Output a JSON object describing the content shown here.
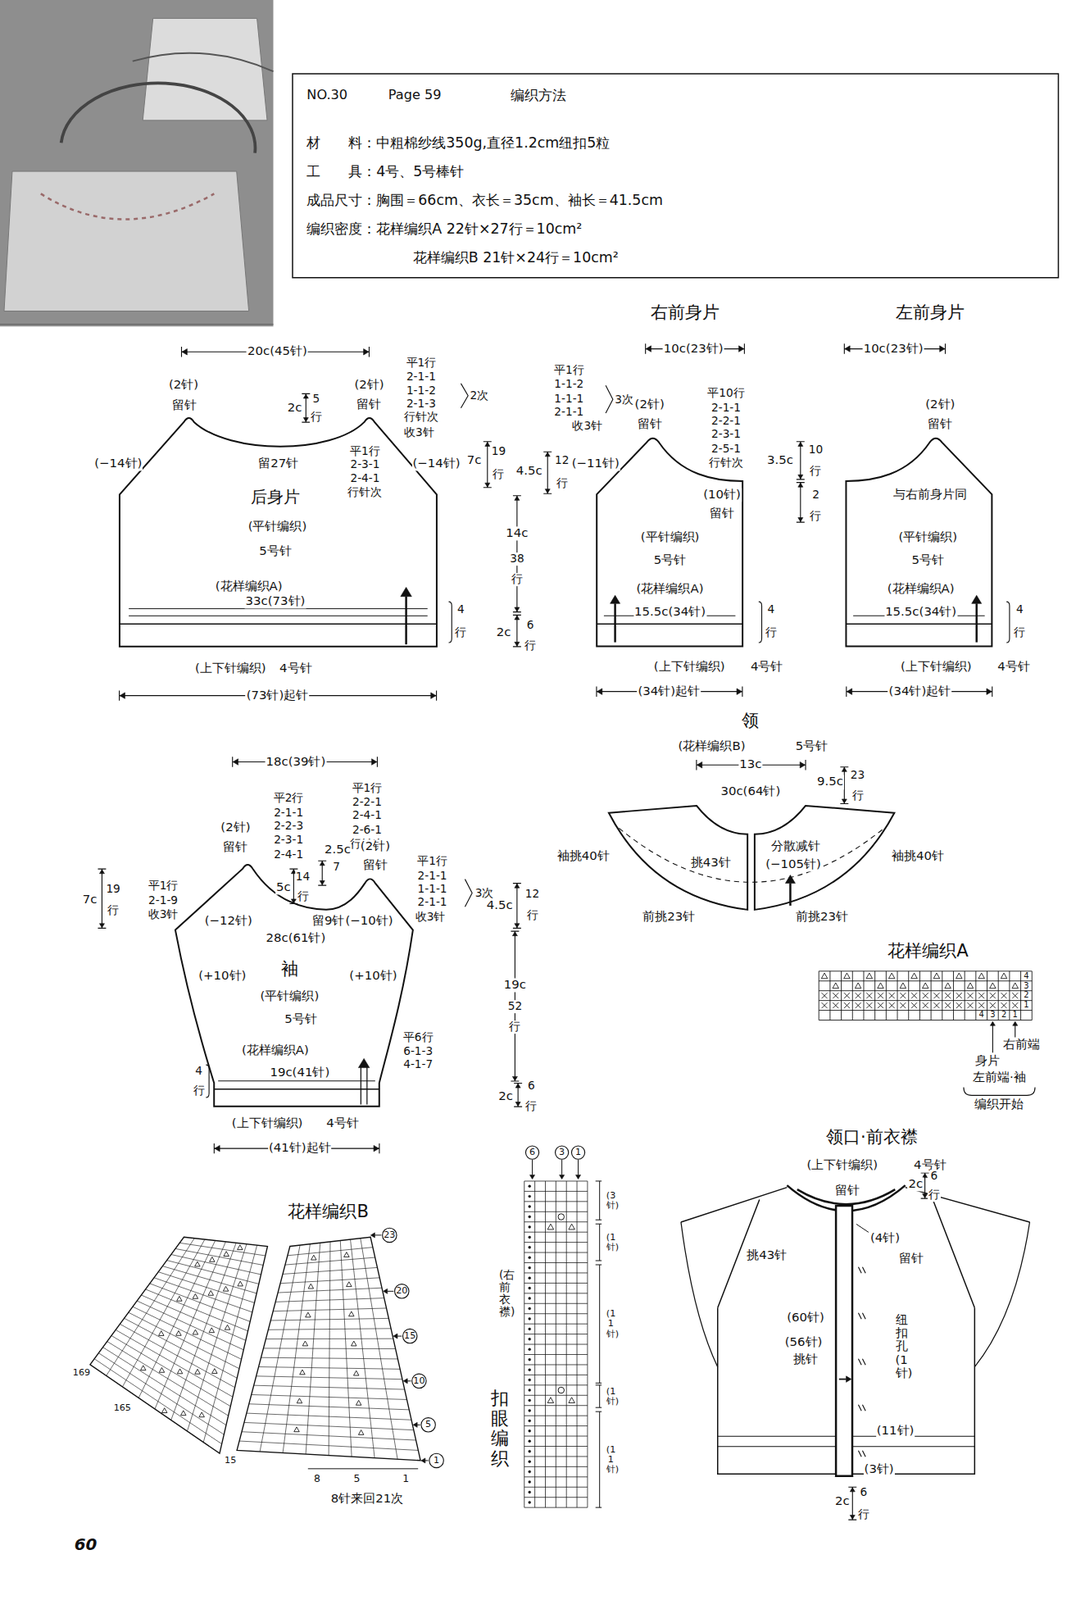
{
  "diagram": {
    "nodes": [
      {
        "text": [
          "NO.30",
          "Page 59",
          "编织方法",
          "材　　料：中粗棉纱线350g,直径1.2cm纽扣5粒",
          "工　　具：4号、5号棒针",
          "成品尺寸：胸围＝66cm、衣长＝35cm、袖长＝41.5cm",
          "编织密度：花样编织A  22针×27行＝10cm²",
          "花样编织B  21针×24行＝10cm²"
        ]
      },
      {
        "text": [
          "后身片",
          "留27针",
          "(平针编织)",
          "5号针",
          "(花样编织A)",
          "33c(73针)"
        ]
      },
      {
        "text": [
          "右前身片",
          "(平针编织)",
          "5号针",
          "(花样编织A)",
          "15.5c(34针)"
        ]
      },
      {
        "text": [
          "左前身片",
          "与右前身片同",
          "(平针编织)",
          "5号针",
          "(花样编织A)",
          "15.5c(34针)"
        ]
      },
      {
        "text": [
          "袖",
          "28c(61针)",
          "(平针编织)",
          "5号针",
          "(花样编织A)",
          "19c(41针)",
          "(+10针)",
          "(+10针)",
          "(−12针)",
          "(−10针)",
          "留9针"
        ]
      },
      {
        "text": [
          "领",
          "挑43针",
          "分散减针",
          "(−105针)"
        ]
      },
      {
        "text": [
          "花样编织A"
        ]
      },
      {
        "text": [
          "花样编织B"
        ]
      },
      {
        "text": [
          "扣眼编织"
        ]
      },
      {
        "text": [
          "领口·前衣襟"
        ]
      }
    ],
    "labels": [
      "20c(45针)",
      "(2针)",
      "留针",
      "(2针)",
      "留针",
      "2c",
      "5",
      "行",
      "平1行",
      "2-1-1",
      "1-1-2",
      "2-1-3",
      "行针次",
      "收3针",
      "2次",
      "(−14针)",
      "(−14针)",
      "平1行",
      "2-3-1",
      "2-4-1",
      "行针次",
      "(上下针编织)",
      "4号针",
      "(73针)起针",
      "4",
      "行",
      "7c",
      "19",
      "行",
      "4.5c",
      "12",
      "行",
      "14c",
      "38",
      "行",
      "2c",
      "6",
      "行",
      "10c(23针)",
      "平1行",
      "1-1-2",
      "1-1-1",
      "2-1-1",
      "收3针",
      "3次",
      "(2针)",
      "留针",
      "平10行",
      "2-1-1",
      "2-2-1",
      "2-3-1",
      "2-5-1",
      "行针次",
      "(−11针)",
      "(10针)",
      "留针",
      "(上下针编织)",
      "4号针",
      "(34针)起针",
      "4",
      "行",
      "3.5c",
      "10",
      "行",
      "2",
      "行",
      "10c(23针)",
      "(2针)",
      "留针",
      "(上下针编织)",
      "4号针",
      "(34针)起针",
      "4",
      "行",
      "18c(39针)",
      "平2行",
      "2-1-1",
      "2-2-3",
      "2-3-1",
      "2-4-1",
      "平1行",
      "2-2-1",
      "2-4-1",
      "2-6-1",
      "行针次",
      "(2针)",
      "留针",
      "5c",
      "14",
      "行",
      "2.5c",
      "7",
      "(2针)",
      "留针",
      "平1行",
      "2-1-1",
      "1-1-1",
      "2-1-1",
      "收3针",
      "3次",
      "平1行",
      "2-1-9",
      "收3针",
      "7c",
      "19",
      "行",
      "4.5c",
      "12",
      "行",
      "19c",
      "52",
      "行",
      "2c",
      "6",
      "行",
      "平6行",
      "6-1-3",
      "4-1-7",
      "4",
      "行",
      "(上下针编织)",
      "4号针",
      "(41针)起针",
      "(花样编织B)",
      "5号针",
      "13c",
      "30c(64针)",
      "9.5c",
      "23",
      "行",
      "袖挑40针",
      "袖挑40针",
      "前挑23针",
      "前挑23针",
      "4",
      "3",
      "2",
      "1",
      "4",
      "3",
      "2",
      "1",
      "右前端",
      "身片",
      "左前端·袖",
      "编织开始",
      "169",
      "165",
      "15",
      "23",
      "20",
      "15",
      "10",
      "5",
      "1",
      "8",
      "5",
      "1",
      "8针来回21次",
      "6",
      "3",
      "1",
      "(右前衣襟)",
      "(3针)",
      "(1针)",
      "(11针)",
      "(1针)",
      "(11针)",
      "(上下针编织)",
      "4号针",
      "留针",
      "2c",
      "6",
      "行",
      "挑43针",
      "(4针)",
      "留针",
      "纽扣孔(1针)",
      "(60针)",
      "(56针)",
      "挑针",
      "(11针)",
      "(3针)",
      "2c",
      "6",
      "行",
      "60"
    ]
  }
}
